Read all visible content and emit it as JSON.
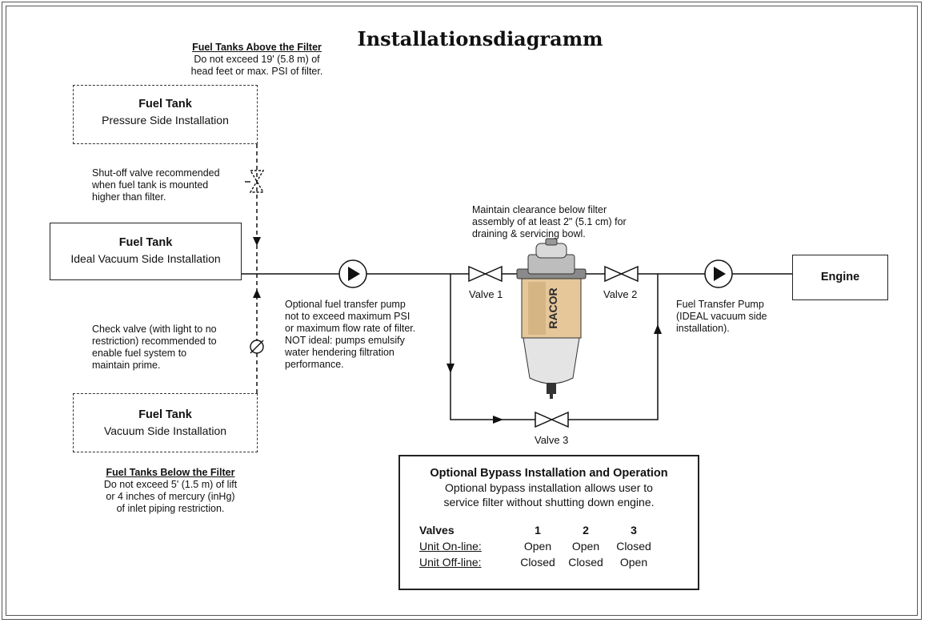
{
  "title": "Installationsdiagramm",
  "notes": {
    "above_heading": "Fuel Tanks Above the Filter",
    "above_line1": "Do not exceed 19' (5.8 m) of",
    "above_line2": "head feet or max. PSI of filter.",
    "shutoff_line1": "Shut-off valve recommended",
    "shutoff_line2": "when fuel tank is mounted",
    "shutoff_line3": "higher than filter.",
    "check_line1": "Check valve (with light to no",
    "check_line2": "restriction) recommended to",
    "check_line3": "enable fuel system to",
    "check_line4": "maintain prime.",
    "below_heading": "Fuel Tanks Below the Filter",
    "below_line1": "Do not exceed 5' (1.5 m) of lift",
    "below_line2": "or 4 inches of mercury (inHg)",
    "below_line3": "of inlet piping restriction.",
    "clearance_line1": "Maintain clearance below filter",
    "clearance_line2": "assembly of at least 2\" (5.1 cm) for",
    "clearance_line3": "draining & servicing bowl.",
    "optpump_line1": "Optional fuel transfer pump",
    "optpump_line2": "not to exceed maximum PSI",
    "optpump_line3": "or maximum flow rate of filter.",
    "optpump_line4": "NOT ideal: pumps emulsify",
    "optpump_line5": "water hendering filtration",
    "optpump_line6": "performance.",
    "transfer_line1": "Fuel Transfer Pump",
    "transfer_line2": "(IDEAL vacuum side",
    "transfer_line3": "installation)."
  },
  "boxes": {
    "pressure_tank": {
      "title": "Fuel Tank",
      "subtitle": "Pressure Side Installation"
    },
    "ideal_tank": {
      "title": "Fuel Tank",
      "subtitle": "Ideal Vacuum Side Installation"
    },
    "vacuum_tank": {
      "title": "Fuel Tank",
      "subtitle": "Vacuum Side Installation"
    },
    "engine": {
      "title": "Engine"
    }
  },
  "labels": {
    "valve1": "Valve 1",
    "valve2": "Valve 2",
    "valve3": "Valve 3",
    "filter_brand": "RACOR"
  },
  "bypass": {
    "heading": "Optional Bypass Installation and Operation",
    "desc_line1": "Optional bypass installation allows user to",
    "desc_line2": "service filter without shutting down engine.",
    "header": [
      "Valves",
      "1",
      "2",
      "3"
    ],
    "rows": [
      [
        "Unit On-line:",
        "Open",
        "Open",
        "Closed"
      ],
      [
        "Unit Off-line:",
        "Closed",
        "Closed",
        "Open"
      ]
    ]
  },
  "colors": {
    "filter_body": "#e6c79a",
    "line": "#111111",
    "brand": "#2a2a2a"
  }
}
